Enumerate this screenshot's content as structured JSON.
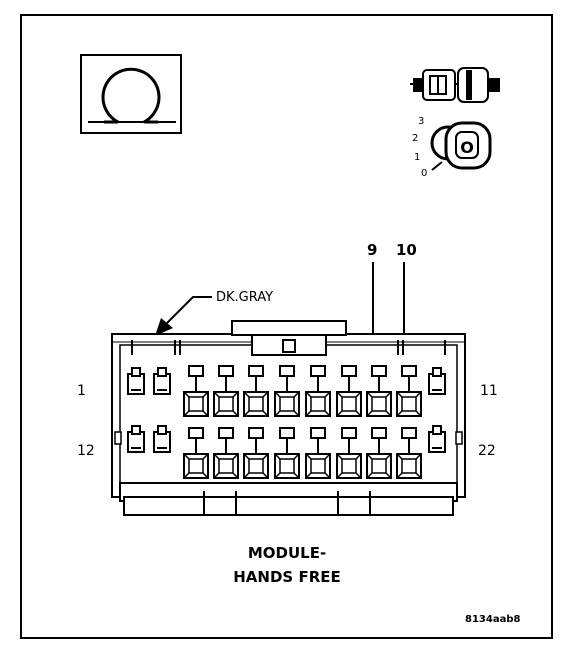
{
  "callouts": {
    "pin_a": "9",
    "pin_b": "10"
  },
  "connector_color": "DK.GRAY",
  "pin_labels": {
    "top_left": "1",
    "top_right": "11",
    "bottom_left": "12",
    "bottom_right": "22"
  },
  "title": {
    "line1": "MODULE-",
    "line2": "HANDS FREE"
  },
  "ignition": {
    "pos3": "3",
    "pos2": "2",
    "pos1": "1",
    "pos0": "0",
    "key_label": "O"
  },
  "figure_id": "8134aab8"
}
